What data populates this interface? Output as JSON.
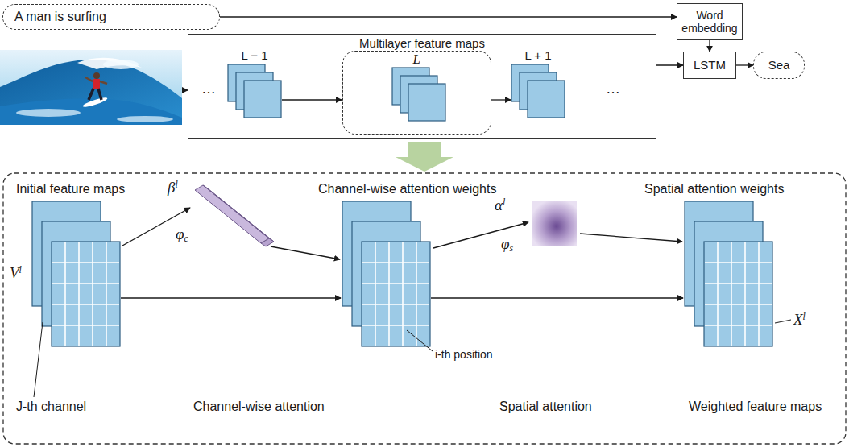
{
  "diagram": {
    "nodes": [
      {
        "text": [
          "A man is surfing"
        ]
      },
      {
        "text": [
          "Word embedding"
        ]
      },
      {
        "text": [
          "LSTM"
        ]
      },
      {
        "text": [
          "Sea"
        ]
      },
      {
        "text": [
          "Multilayer feature maps"
        ]
      },
      {
        "text": [
          "L"
        ],
        "in": 4
      }
    ],
    "edges": [
      {
        "from": 0,
        "to": 1,
        "arrow": "to"
      },
      {
        "from": 1,
        "to": 2,
        "arrow": "to"
      },
      {
        "from": 4,
        "to": 2,
        "arrow": "to"
      },
      {
        "from": 2,
        "to": 3,
        "arrow": "to"
      }
    ],
    "labels": [
      "…",
      "L − 1",
      "L + 1",
      "…",
      "Initial feature maps",
      "βl",
      "Channel-wise attention weights",
      "Spatial attention weights",
      "φc",
      "αl",
      "φs",
      "Vl",
      "i-th position",
      "Xl",
      "J-th channel",
      "Channel-wise attention",
      "Spatial attention",
      "Weighted feature maps"
    ]
  }
}
